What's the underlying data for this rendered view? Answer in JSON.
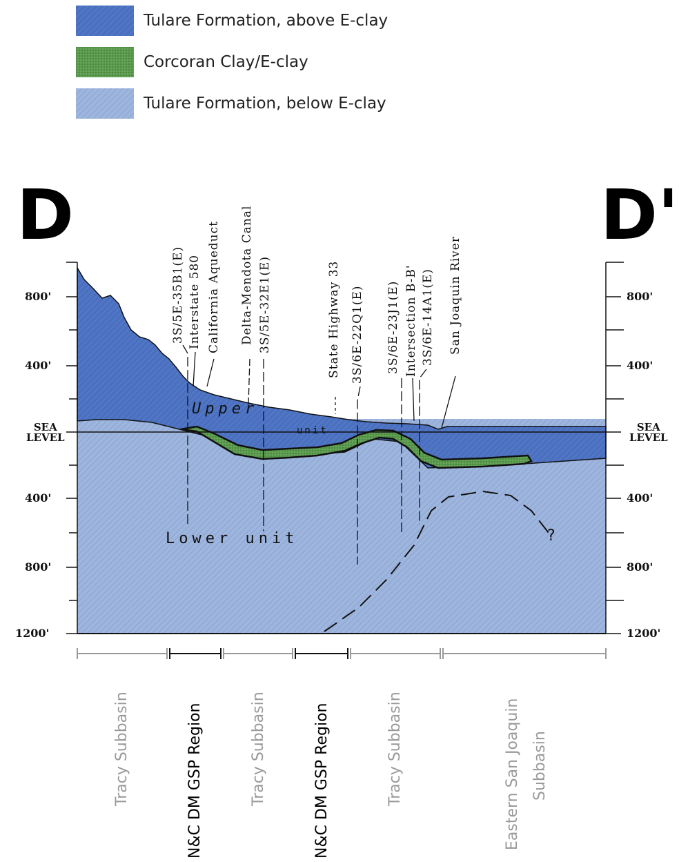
{
  "legend": {
    "items": [
      {
        "label": "Tulare Formation, above E-clay",
        "color": "#4a70bf"
      },
      {
        "label": "Corcoran Clay/E-clay",
        "color": "#5b9a4e"
      },
      {
        "label": "Tulare Formation, below E-clay",
        "color": "#9eb5dd"
      }
    ]
  },
  "section": {
    "start_label": "D",
    "end_label": "D'",
    "depth_labels_left": [
      "800'",
      "400'",
      "400'",
      "800'",
      "1200'"
    ],
    "depth_labels_right": [
      "800'",
      "400'",
      "400'",
      "800'",
      "1200'"
    ],
    "sea_level_line1": "SEA",
    "sea_level_line2": "LEVEL",
    "upper_unit_label": "Upper",
    "upper_unit_fragment": "unit",
    "lower_unit_label": "Lower unit",
    "query_mark": "?"
  },
  "markers": [
    "3S/5E-35B1(E)",
    "Interstate 580",
    "California Aqueduct",
    "Delta-Mendota Canal",
    "3S/5E-32E1(E)",
    "State Highway 33",
    "3S/6E-22Q1(E)",
    "3S/6E-23J1(E)",
    "Intersection B-B'",
    "3S/6E-14A1(E)",
    "San Joaquin River"
  ],
  "regions": [
    {
      "label": "Tracy Subbasin",
      "style": "grey"
    },
    {
      "label": "N&C DM GSP Region",
      "style": "dark"
    },
    {
      "label": "Tracy Subbasin",
      "style": "grey"
    },
    {
      "label": "N&C DM GSP Region",
      "style": "dark"
    },
    {
      "label": "Tracy Subbasin",
      "style": "grey"
    },
    {
      "label": "Eastern San Joaquin",
      "label2": "Subbasin",
      "style": "grey"
    }
  ]
}
